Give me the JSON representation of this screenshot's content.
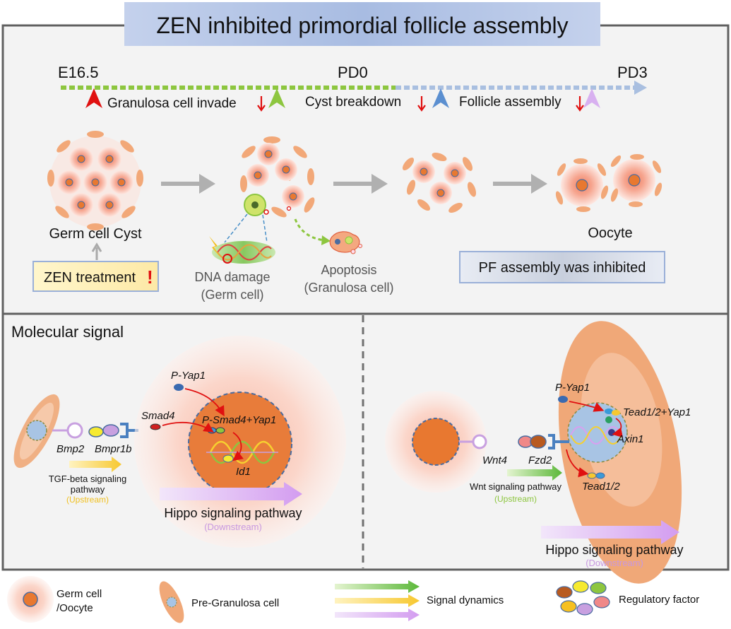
{
  "title": "ZEN inhibited primordial follicle assembly",
  "timeline": {
    "start": "E16.5",
    "mid": "PD0",
    "end": "PD3",
    "stages": [
      "Granulosa cell invade",
      "Cyst breakdown",
      "Follicle assembly"
    ]
  },
  "top": {
    "cyst_label": "Germ cell Cyst",
    "treatment_label": "ZEN treatment",
    "treatment_mark": "!",
    "dna_damage": "DNA damage",
    "dna_damage_sub": "(Germ cell)",
    "apoptosis": "Apoptosis",
    "apoptosis_sub": "(Granulosa cell)",
    "oocyte_label": "Oocyte",
    "inhibited_label": "PF assembly was inhibited"
  },
  "left_panel": {
    "title": "Molecular signal",
    "p_yap1": "P-Yap1",
    "smad4": "Smad4",
    "complex": "P-Smad4+Yap1",
    "id1": "Id1",
    "bmp2": "Bmp2",
    "bmpr1b": "Bmpr1b",
    "pathway1_line1": "TGF-beta signaling",
    "pathway1_line2": "pathway",
    "pathway1_sub": "(Upstream)",
    "pathway2": "Hippo signaling pathway",
    "pathway2_sub": "(Downstream)"
  },
  "right_panel": {
    "p_yap1": "P-Yap1",
    "complex": "Tead1/2+Yap1",
    "axin1": "Axin1",
    "tead": "Tead1/2",
    "wnt4": "Wnt4",
    "fzd2": "Fzd2",
    "pathway1": "Wnt signaling pathway",
    "pathway1_sub": "(Upstream)",
    "pathway2": "Hippo signaling pathway",
    "pathway2_sub": "(Downstream)"
  },
  "legend": {
    "germ_line1": "Germ cell",
    "germ_line2": "/Oocyte",
    "granulosa": "Pre-Granulosa cell",
    "signal": "Signal dynamics",
    "regulatory": "Regulatory factor"
  },
  "colors": {
    "timeline_green": "#8dc63f",
    "timeline_blue": "#a9bfe0",
    "germ_core": "#e87830",
    "granulosa": "#f0a878",
    "hippo_purple": "#d9a8f0",
    "tgf_yellow": "#f7c830",
    "wnt_green": "#8dc63f",
    "marker_red": "#e01010",
    "marker_green": "#8dc63f",
    "marker_blue": "#5b8fd0",
    "marker_lilac": "#d8b0f0"
  }
}
